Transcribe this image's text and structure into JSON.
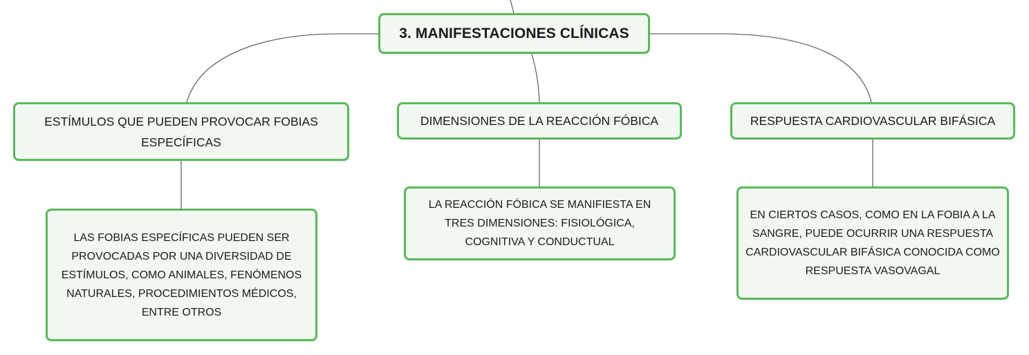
{
  "colors": {
    "border": "#5cb85c",
    "fill": "#f1f8f1",
    "connector": "#666666",
    "text": "#1a1a1a"
  },
  "root": {
    "label": "3. MANIFESTACIONES CLÍNICAS"
  },
  "branches": [
    {
      "label": "ESTÍMULOS QUE PUEDEN PROVOCAR FOBIAS ESPECÍFICAS",
      "detail": "LAS FOBIAS ESPECÍFICAS PUEDEN SER PROVOCADAS POR UNA DIVERSIDAD DE ESTÍMULOS, COMO ANIMALES, FENÓMENOS NATURALES, PROCEDIMIENTOS MÉDICOS, ENTRE OTROS"
    },
    {
      "label": "DIMENSIONES DE LA REACCIÓN FÓBICA",
      "detail": "LA REACCIÓN FÓBICA SE MANIFIESTA EN TRES DIMENSIONES: FISIOLÓGICA, COGNITIVA Y CONDUCTUAL"
    },
    {
      "label": "RESPUESTA CARDIOVASCULAR BIFÁSICA",
      "detail": "EN CIERTOS CASOS, COMO EN LA FOBIA A LA SANGRE, PUEDE OCURRIR UNA RESPUESTA CARDIOVASCULAR BIFÁSICA CONOCIDA COMO RESPUESTA VASOVAGAL"
    }
  ]
}
